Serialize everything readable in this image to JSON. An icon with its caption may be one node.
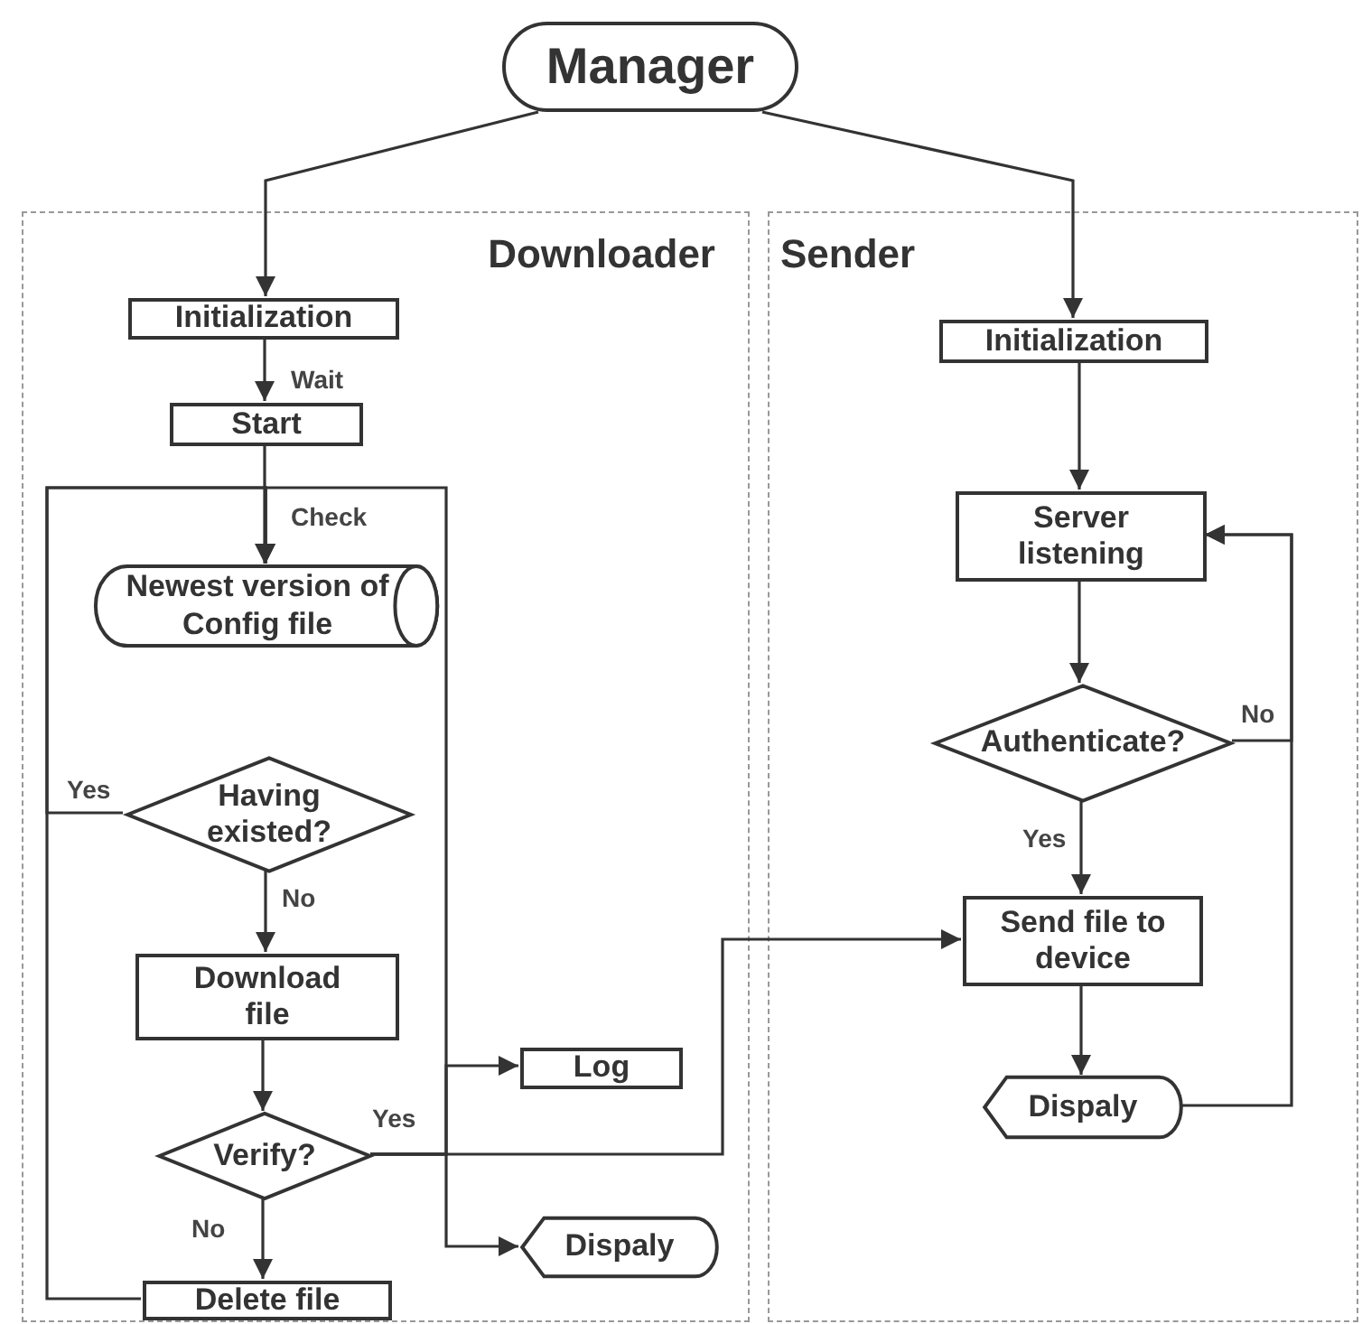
{
  "diagram": {
    "nodes": [
      {
        "text": [
          "Manager"
        ]
      },
      {
        "text": [
          "Downloader"
        ]
      },
      {
        "text": [
          "Sender"
        ]
      },
      {
        "text": [
          "Initialization"
        ],
        "in": 1
      },
      {
        "text": [
          "Start"
        ],
        "in": 1
      },
      {
        "text": [
          "Newest version of Config file"
        ],
        "in": 1
      },
      {
        "text": [
          "Having existed?"
        ],
        "in": 1
      },
      {
        "text": [
          "Download file"
        ],
        "in": 1
      },
      {
        "text": [
          "Verify?"
        ],
        "in": 1
      },
      {
        "text": [
          "Log"
        ],
        "in": 1
      },
      {
        "text": [
          "Dispaly"
        ],
        "in": 1
      },
      {
        "text": [
          "Delete file"
        ],
        "in": 1
      },
      {
        "text": [
          "Initialization"
        ],
        "in": 2
      },
      {
        "text": [
          "Server listening"
        ],
        "in": 2
      },
      {
        "text": [
          "Authenticate?"
        ],
        "in": 2
      },
      {
        "text": [
          "Send file to device"
        ],
        "in": 2
      },
      {
        "text": [
          "Dispaly"
        ],
        "in": 2
      }
    ],
    "edges": [
      {
        "from": 0,
        "to": 3,
        "arrow": "to"
      },
      {
        "from": 0,
        "to": 12,
        "arrow": "to"
      },
      {
        "from": 3,
        "to": 4,
        "arrow": "to",
        "label": "Wait"
      },
      {
        "from": 4,
        "to": 5,
        "arrow": "to",
        "label": "Check"
      },
      {
        "from": 6,
        "to": 5,
        "arrow": "to",
        "label": "Yes"
      },
      {
        "from": 6,
        "to": 7,
        "arrow": "to",
        "label": "No"
      },
      {
        "from": 7,
        "to": 8,
        "arrow": "to"
      },
      {
        "from": 8,
        "to": 15,
        "arrow": "to",
        "label": "Yes"
      },
      {
        "from": 8,
        "to": 9,
        "arrow": "to"
      },
      {
        "from": 8,
        "to": 10,
        "arrow": "to"
      },
      {
        "from": 8,
        "to": 5,
        "arrow": "to"
      },
      {
        "from": 8,
        "to": 11,
        "arrow": "to",
        "label": "No"
      },
      {
        "from": 11,
        "to": 5,
        "arrow": "to"
      },
      {
        "from": 12,
        "to": 13,
        "arrow": "to"
      },
      {
        "from": 13,
        "to": 14,
        "arrow": "to"
      },
      {
        "from": 14,
        "to": 15,
        "arrow": "to",
        "label": "Yes"
      },
      {
        "from": 14,
        "to": 13,
        "arrow": "to",
        "label": "No"
      },
      {
        "from": 15,
        "to": 16,
        "arrow": "to"
      },
      {
        "from": 16,
        "to": 13,
        "arrow": "to"
      }
    ]
  }
}
